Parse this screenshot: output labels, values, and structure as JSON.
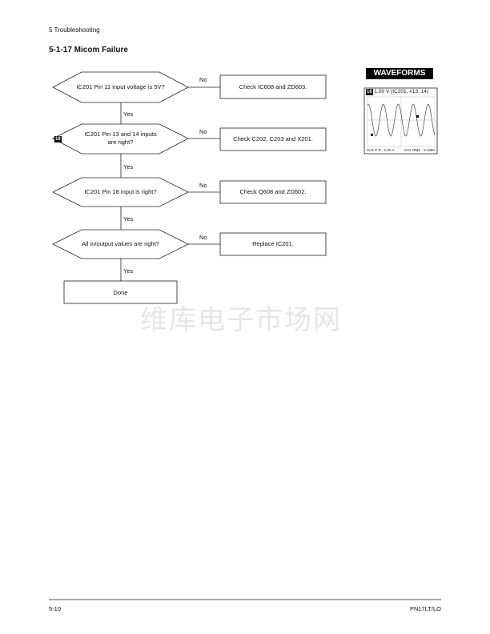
{
  "header": {
    "section": "5 Troubleshooting",
    "title": "5-1-17 Micom Failure"
  },
  "flow": {
    "decisions": [
      {
        "text": "IC201 Pin 11 input voltage  is 5V?",
        "no_action": "Check IC608 and ZD603."
      },
      {
        "text_line1": "IC201 Pin 13 and 14 inputs",
        "text_line2": "are right?",
        "badge": "18",
        "no_action": "Check  C202, C203 and X201."
      },
      {
        "text": "IC201 Pin 18 input is right?",
        "no_action": "Check Q608 and ZD602."
      },
      {
        "text": "All in/output values are right?",
        "no_action": "Replace IC201."
      }
    ],
    "yes_label": "Yes",
    "no_label": "No",
    "end": "Done"
  },
  "waveforms": {
    "title": "WAVEFORMS",
    "badge": "18",
    "caption": "1.00 V (IC201, #13, 14)",
    "ch1_pp": "CH1 P-P - 1.00 V",
    "ch1_rms": "CH1 RMS - 2.108V"
  },
  "watermark": "维库电子市场网",
  "footer": {
    "page": "5-10",
    "model": "PN17LT/LO"
  }
}
